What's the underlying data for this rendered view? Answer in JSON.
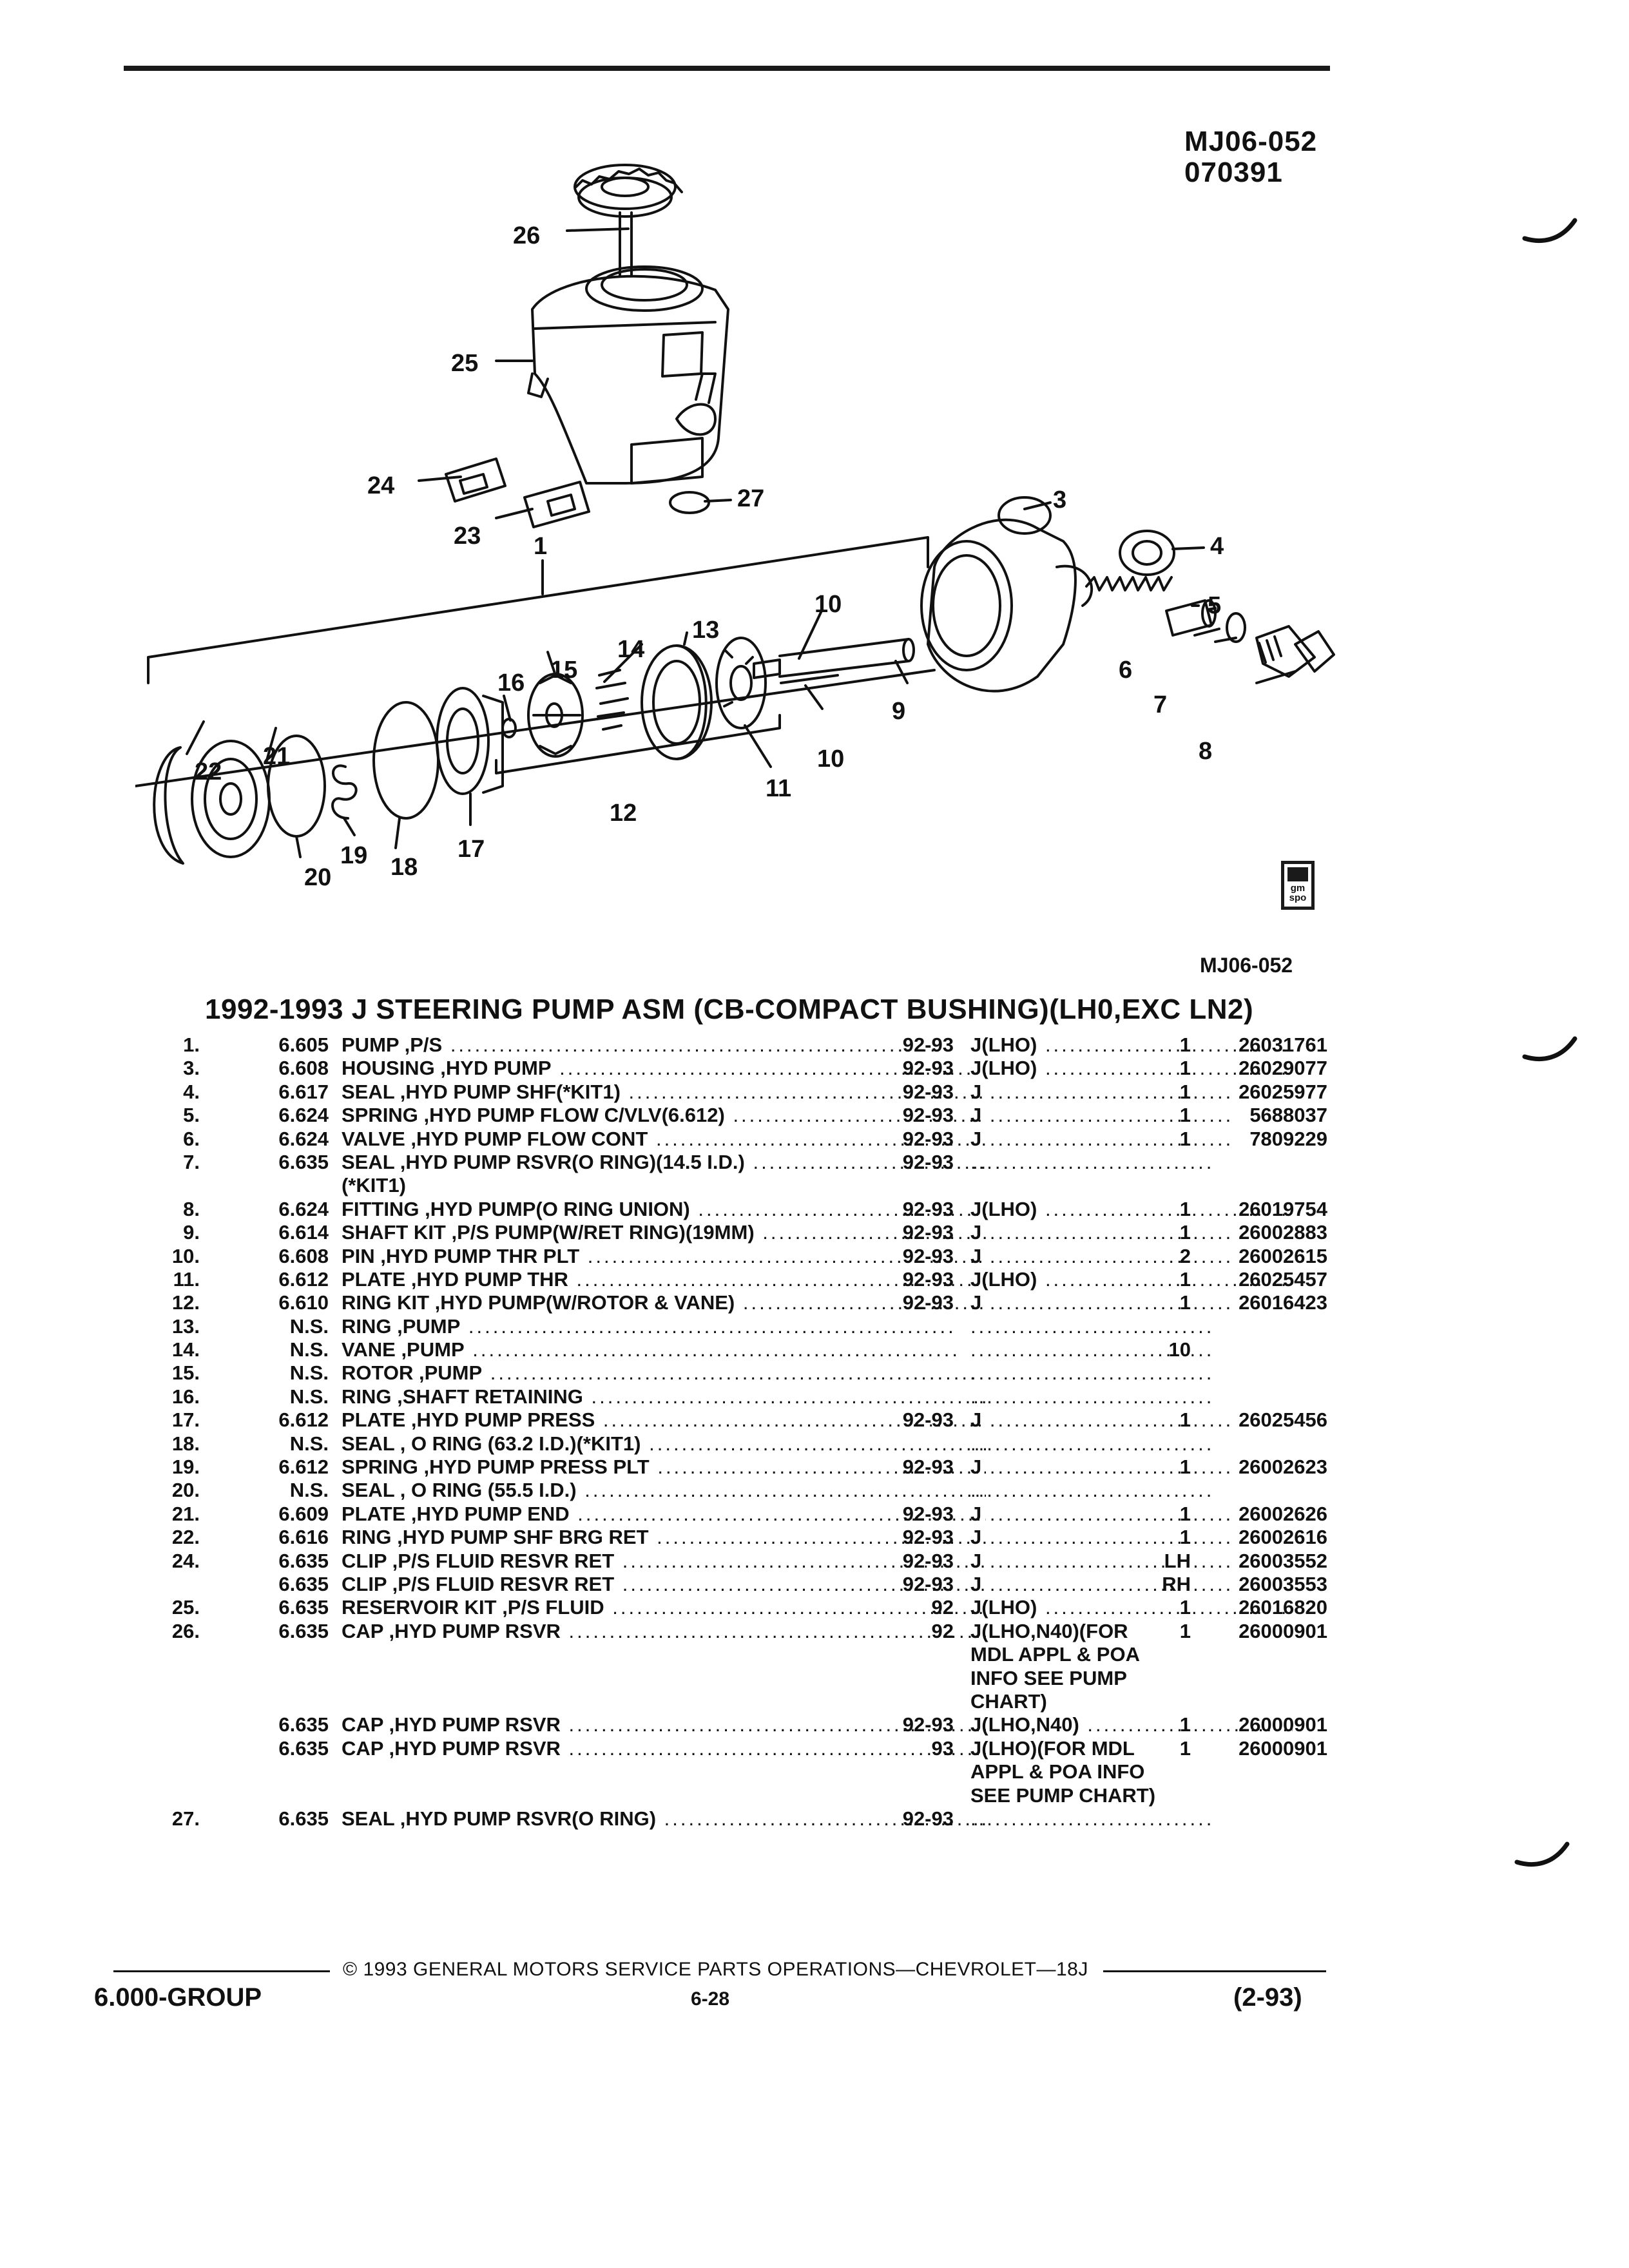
{
  "figure": {
    "code_line1": "MJ06-052",
    "code_line2": "070391",
    "code_bottom": "MJ06-052",
    "logo_text": "gm spo"
  },
  "callouts": [
    "1",
    "3",
    "4",
    "5",
    "6",
    "7",
    "8",
    "9",
    "10",
    "10",
    "11",
    "12",
    "13",
    "14",
    "15",
    "16",
    "17",
    "18",
    "19",
    "20",
    "21",
    "22",
    "23",
    "24",
    "25",
    "26",
    "27"
  ],
  "title": "1992-1993 J STEERING PUMP ASM (CB-COMPACT BUSHING)(LH0,EXC LN2)",
  "rows": [
    {
      "ref": "1.",
      "grp": "6.605",
      "desc": "PUMP ,P/S",
      "yr": "92-93",
      "app": "J(LHO)",
      "qty": "1",
      "pn": "26031761"
    },
    {
      "ref": "3.",
      "grp": "6.608",
      "desc": "HOUSING ,HYD PUMP",
      "yr": "92-93",
      "app": "J(LHO)",
      "qty": "1",
      "pn": "26029077"
    },
    {
      "ref": "4.",
      "grp": "6.617",
      "desc": "SEAL ,HYD PUMP SHF(*KIT1)",
      "yr": "92-93",
      "app": "J",
      "qty": "1",
      "pn": "26025977"
    },
    {
      "ref": "5.",
      "grp": "6.624",
      "desc": "SPRING ,HYD PUMP FLOW C/VLV(6.612)",
      "yr": "92-93",
      "app": "J",
      "qty": "1",
      "pn": "5688037"
    },
    {
      "ref": "6.",
      "grp": "6.624",
      "desc": "VALVE ,HYD PUMP FLOW CONT",
      "yr": "92-93",
      "app": "J",
      "qty": "1",
      "pn": "7809229"
    },
    {
      "ref": "7.",
      "grp": "6.635",
      "desc": "SEAL ,HYD PUMP RSVR(O RING)(14.5 I.D.)",
      "yr": "92-93",
      "app": "",
      "qty": "",
      "pn": ""
    },
    {
      "ref": "",
      "grp": "",
      "desc": "(*KIT1)",
      "yr": "",
      "app": "",
      "qty": "",
      "pn": ""
    },
    {
      "ref": "8.",
      "grp": "6.624",
      "desc": "FITTING ,HYD PUMP(O RING UNION)",
      "yr": "92-93",
      "app": "J(LHO)",
      "qty": "1",
      "pn": "26019754"
    },
    {
      "ref": "9.",
      "grp": "6.614",
      "desc": "SHAFT KIT ,P/S PUMP(W/RET RING)(19MM)",
      "yr": "92-93",
      "app": "J",
      "qty": "1",
      "pn": "26002883"
    },
    {
      "ref": "10.",
      "grp": "6.608",
      "desc": "PIN ,HYD PUMP THR PLT",
      "yr": "92-93",
      "app": "J",
      "qty": "2",
      "pn": "26002615"
    },
    {
      "ref": "11.",
      "grp": "6.612",
      "desc": "PLATE ,HYD PUMP THR",
      "yr": "92-93",
      "app": "J(LHO)",
      "qty": "1",
      "pn": "26025457"
    },
    {
      "ref": "12.",
      "grp": "6.610",
      "desc": "RING KIT ,HYD PUMP(W/ROTOR & VANE)",
      "yr": "92-93",
      "app": "J",
      "qty": "1",
      "pn": "26016423"
    },
    {
      "ref": "13.",
      "grp": "N.S.",
      "desc": "RING ,PUMP",
      "yr": "",
      "app": "",
      "qty": "",
      "pn": ""
    },
    {
      "ref": "14.",
      "grp": "N.S.",
      "desc": "VANE ,PUMP",
      "yr": "",
      "app": "",
      "qty": "10",
      "pn": ""
    },
    {
      "ref": "15.",
      "grp": "N.S.",
      "desc": "ROTOR ,PUMP",
      "yr": "",
      "app": "",
      "qty": "",
      "pn": ""
    },
    {
      "ref": "16.",
      "grp": "N.S.",
      "desc": "RING ,SHAFT RETAINING",
      "yr": "",
      "app": "",
      "qty": "",
      "pn": ""
    },
    {
      "ref": "17.",
      "grp": "6.612",
      "desc": "PLATE ,HYD PUMP PRESS",
      "yr": "92-93",
      "app": "J",
      "qty": "1",
      "pn": "26025456"
    },
    {
      "ref": "18.",
      "grp": "N.S.",
      "desc": "SEAL , O RING (63.2 I.D.)(*KIT1)",
      "yr": "",
      "app": "",
      "qty": "",
      "pn": ""
    },
    {
      "ref": "19.",
      "grp": "6.612",
      "desc": "SPRING ,HYD PUMP PRESS PLT",
      "yr": "92-93",
      "app": "J",
      "qty": "1",
      "pn": "26002623"
    },
    {
      "ref": "20.",
      "grp": "N.S.",
      "desc": "SEAL , O RING (55.5 I.D.)",
      "yr": "",
      "app": "",
      "qty": "",
      "pn": ""
    },
    {
      "ref": "21.",
      "grp": "6.609",
      "desc": "PLATE ,HYD PUMP END",
      "yr": "92-93",
      "app": "J",
      "qty": "1",
      "pn": "26002626"
    },
    {
      "ref": "22.",
      "grp": "6.616",
      "desc": "RING ,HYD PUMP SHF BRG RET",
      "yr": "92-93",
      "app": "J",
      "qty": "1",
      "pn": "26002616"
    },
    {
      "ref": "24.",
      "grp": "6.635",
      "desc": "CLIP ,P/S FLUID RESVR RET",
      "yr": "92-93",
      "app": "J",
      "qty": "LH",
      "pn": "26003552"
    },
    {
      "ref": "",
      "grp": "6.635",
      "desc": "CLIP ,P/S FLUID RESVR RET",
      "yr": "92-93",
      "app": "J",
      "qty": "RH",
      "pn": "26003553"
    },
    {
      "ref": "25.",
      "grp": "6.635",
      "desc": "RESERVOIR KIT ,P/S FLUID",
      "yr": "92",
      "app": "J(LHO)",
      "qty": "1",
      "pn": "26016820"
    },
    {
      "ref": "26.",
      "grp": "6.635",
      "desc": "CAP ,HYD PUMP RSVR",
      "yr": "92",
      "app": "J(LHO,N40)(FOR",
      "qty": "1",
      "pn": "26000901"
    },
    {
      "ref": "",
      "grp": "",
      "desc": "",
      "yr": "",
      "app": "MDL APPL & POA",
      "qty": "",
      "pn": ""
    },
    {
      "ref": "",
      "grp": "",
      "desc": "",
      "yr": "",
      "app": "INFO SEE PUMP",
      "qty": "",
      "pn": ""
    },
    {
      "ref": "",
      "grp": "",
      "desc": "",
      "yr": "",
      "app": "CHART)",
      "qty": "",
      "pn": ""
    },
    {
      "ref": "",
      "grp": "6.635",
      "desc": "CAP ,HYD PUMP RSVR",
      "yr": "92-93",
      "app": "J(LHO,N40)",
      "qty": "1",
      "pn": "26000901"
    },
    {
      "ref": "",
      "grp": "6.635",
      "desc": "CAP ,HYD PUMP RSVR",
      "yr": "93",
      "app": "J(LHO)(FOR MDL",
      "qty": "1",
      "pn": "26000901"
    },
    {
      "ref": "",
      "grp": "",
      "desc": "",
      "yr": "",
      "app": "APPL & POA INFO",
      "qty": "",
      "pn": ""
    },
    {
      "ref": "",
      "grp": "",
      "desc": "",
      "yr": "",
      "app": "SEE PUMP CHART)",
      "qty": "",
      "pn": ""
    },
    {
      "ref": "27.",
      "grp": "6.635",
      "desc": "SEAL ,HYD PUMP RSVR(O RING)",
      "yr": "92-93",
      "app": "",
      "qty": "",
      "pn": ""
    }
  ],
  "footer": {
    "copyright": "© 1993 GENERAL MOTORS SERVICE PARTS OPERATIONS—CHEVROLET—18J",
    "group": "6.000-GROUP",
    "page": "6-28",
    "date": "(2-93)"
  }
}
